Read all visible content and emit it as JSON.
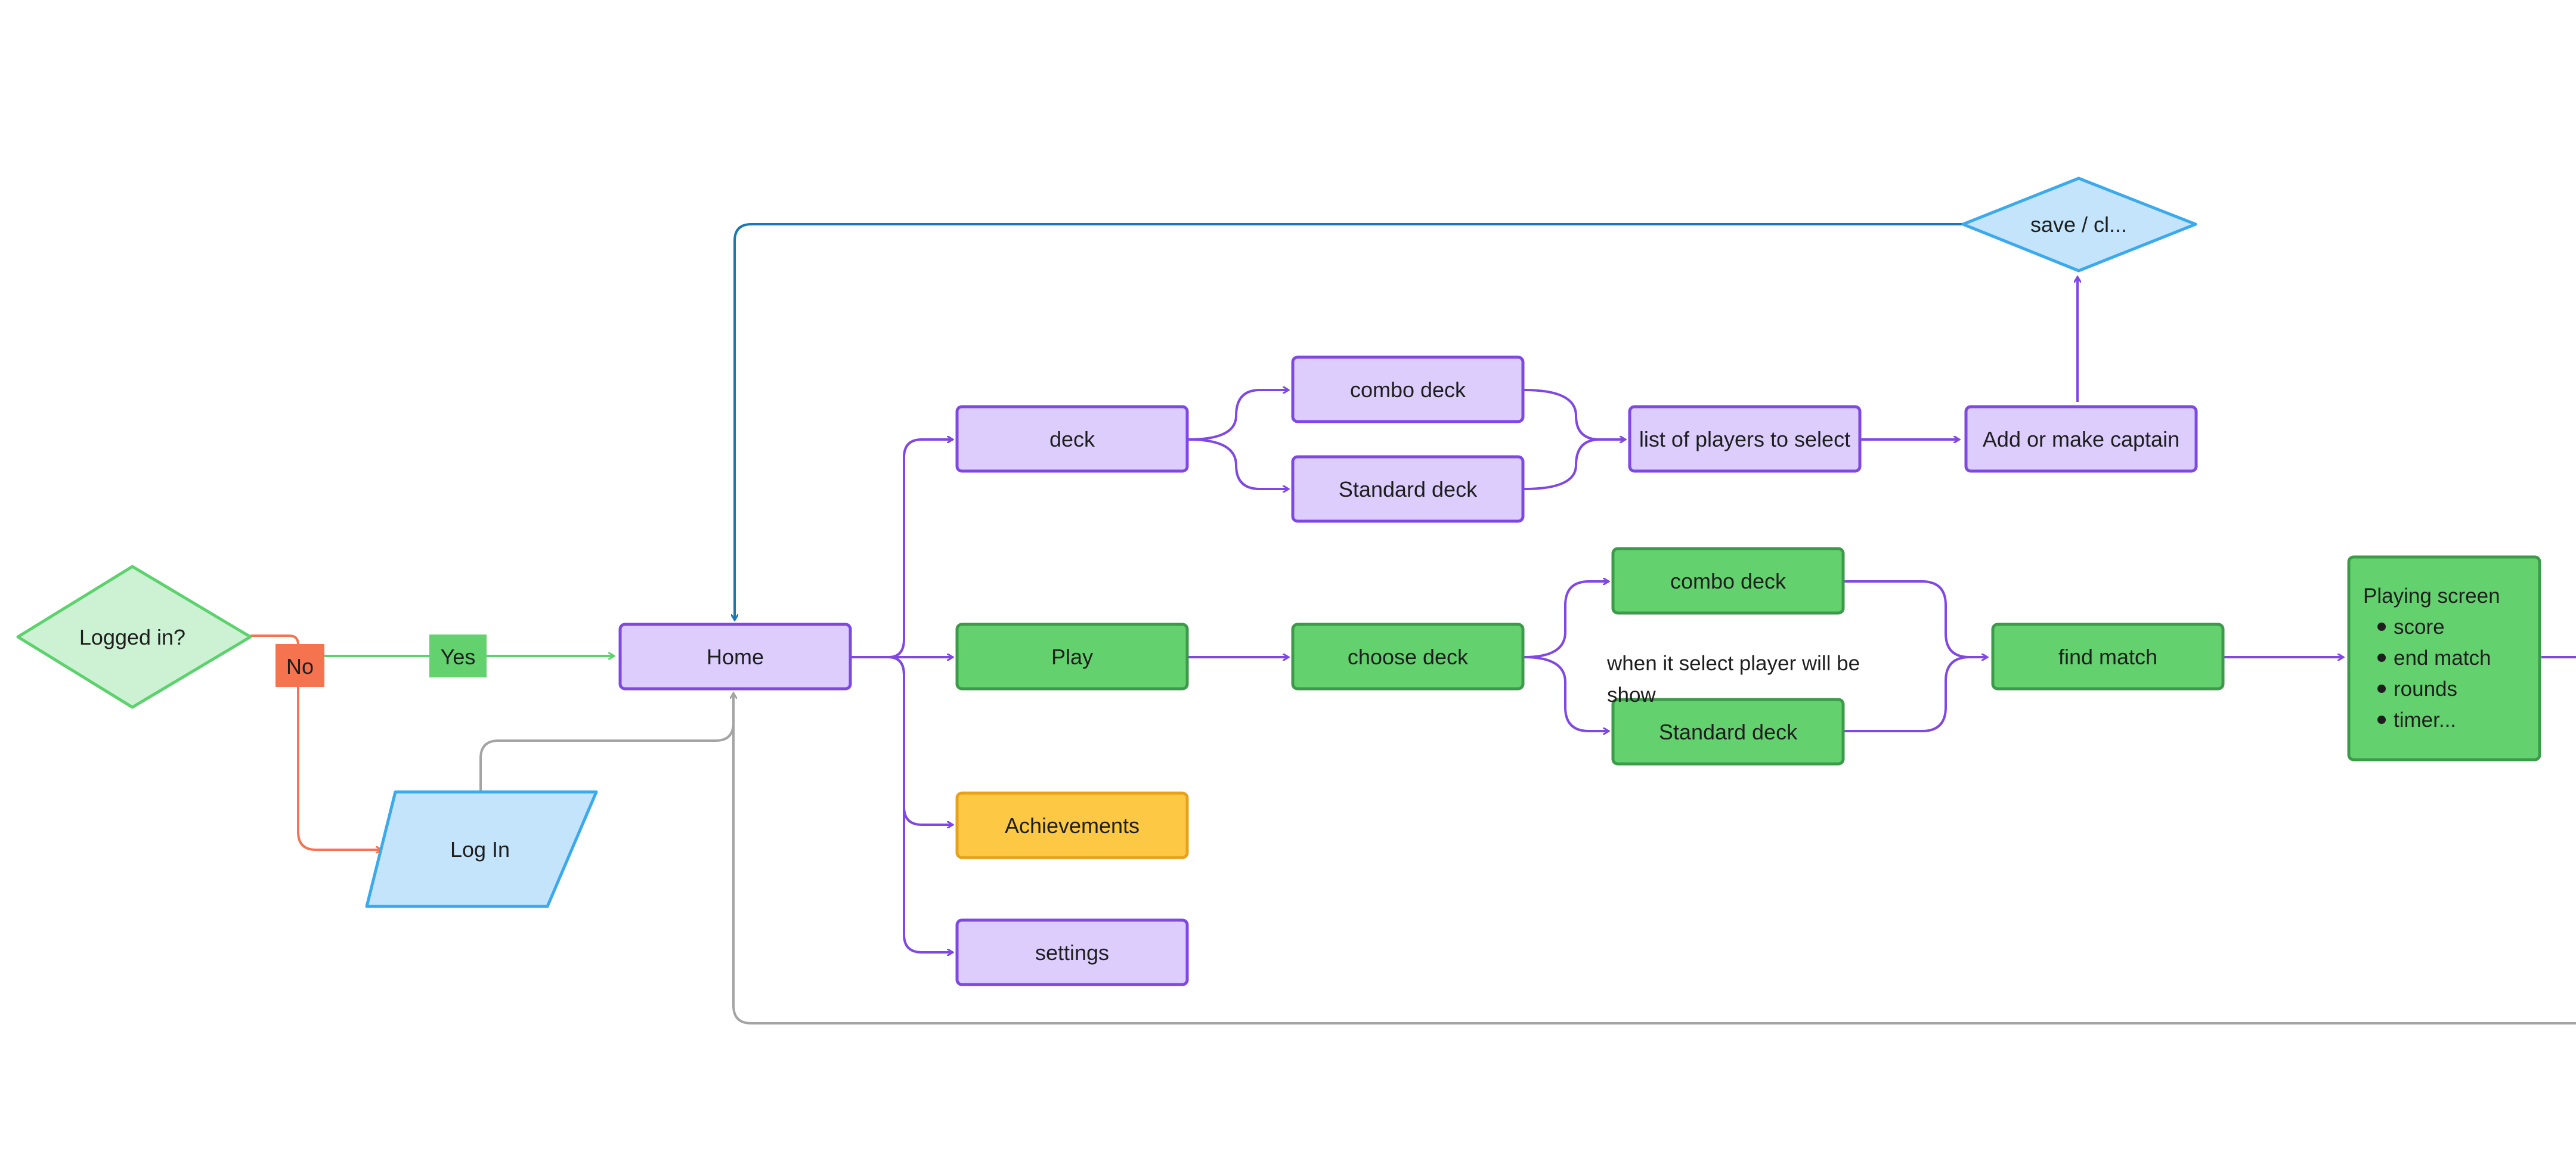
{
  "colors": {
    "purple_fill": "#dccdfd",
    "purple_stroke": "#7f47e3",
    "green_fill": "#64d16f",
    "green_stroke": "#3e9a4b",
    "light_green_fill": "#ccf1d3",
    "light_green_stroke": "#5cd26d",
    "yellow_fill": "#fdc843",
    "yellow_stroke": "#e7a21d",
    "blue_fill": "#c3e4fb",
    "blue_stroke": "#3aa9ee",
    "red": "#f6734f",
    "gray": "#a4a4a4",
    "dark_blue": "#1a78b4"
  },
  "nodes": {
    "logged_in": "Logged in?",
    "no_label": "No",
    "yes_label": "Yes",
    "login": "Log In",
    "home": "Home",
    "deck": "deck",
    "play": "Play",
    "achievements": "Achievements",
    "settings": "settings",
    "combo_deck_top": "combo deck",
    "standard_deck_top": "Standard deck",
    "list_players": "list of players to select",
    "add_captain": "Add or make captain",
    "save": "save / cl...",
    "choose_deck": "choose deck",
    "combo_deck_bottom": "combo deck",
    "standard_deck_bottom": "Standard deck",
    "find_match": "find match",
    "note_line1": "when it select player will be",
    "note_line2": "show",
    "playing_title": "Playing screen",
    "playing_items": [
      "score",
      "end match",
      "rounds",
      "timer..."
    ]
  }
}
